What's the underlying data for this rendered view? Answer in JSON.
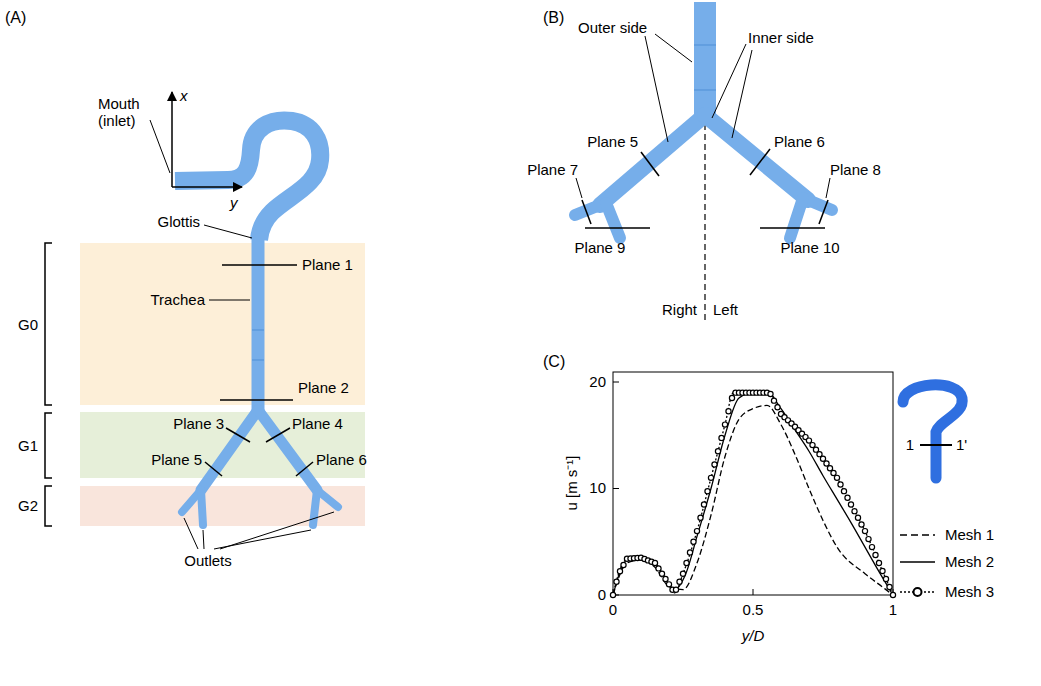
{
  "diagram": {
    "labels": [
      "(A)",
      "Mouth (inlet)",
      "x",
      "y",
      "Glottis",
      "G0",
      "Plane 1",
      "Trachea",
      "Plane 2",
      "G1",
      "Plane 3",
      "Plane 4",
      "Plane 5",
      "Plane 6",
      "G2",
      "Outlets",
      "(B)",
      "Outer side",
      "Inner side",
      "Plane 5",
      "Plane 7",
      "Plane 6",
      "Plane 8",
      "Plane 9",
      "Plane 10",
      "Right",
      "Left",
      "(C)",
      "20",
      "10",
      "0",
      "u [m s⁻¹]",
      "0",
      "0.5",
      "1",
      "y/D",
      "1",
      "1'"
    ],
    "legend": [
      {
        "text": "Mesh 1"
      },
      {
        "text": "Mesh 2"
      },
      {
        "text": "Mesh 3"
      }
    ]
  }
}
